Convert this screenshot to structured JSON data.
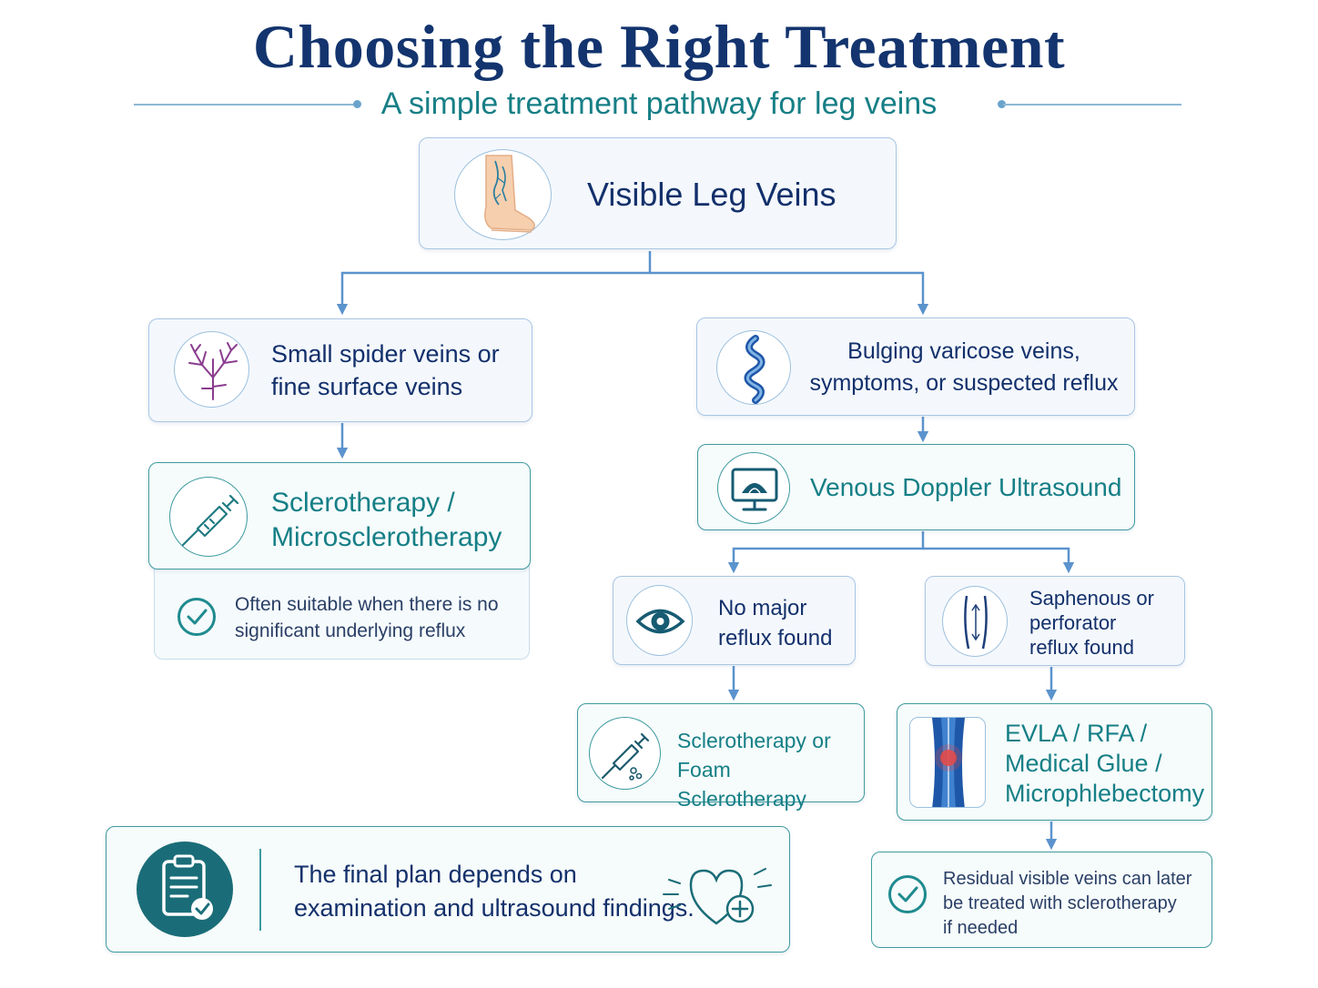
{
  "header": {
    "title": "Choosing the Right Treatment",
    "subtitle": "A simple treatment pathway for leg veins"
  },
  "nodes": {
    "root": "Visible Leg Veins",
    "spider": [
      "Small spider veins or",
      "fine surface veins"
    ],
    "sclero": [
      "Sclerotherapy /",
      "Microsclerotherapy"
    ],
    "sclero_note": [
      "Often suitable when there is no",
      "significant underlying reflux"
    ],
    "varicose": [
      "Bulging varicose veins,",
      "symptoms, or suspected reflux"
    ],
    "doppler": "Venous Doppler Ultrasound",
    "no_reflux": [
      "No major",
      "reflux found"
    ],
    "reflux": [
      "Saphenous or",
      "perforator",
      "reflux found"
    ],
    "foam": [
      "Sclerotherapy or",
      "Foam Sclerotherapy"
    ],
    "evla": [
      "EVLA / RFA /",
      "Medical Glue /",
      "Microphlebectomy"
    ],
    "residual": [
      "Residual visible veins can later",
      "be treated with sclerotherapy",
      "if needed"
    ],
    "final": [
      "The final plan depends on",
      "examination and ultrasound findings."
    ]
  },
  "colors": {
    "navy": "#13306b",
    "teal": "#157f86",
    "connector": "#5b93cd",
    "box_border": "#a9c6e3",
    "vein_purple": "#8a3c8e",
    "vein_blue": "#1f57a8",
    "reflux_red": "#e24a4a"
  },
  "icons": {
    "root": "leg-veins-icon",
    "spider": "spider-vein-icon",
    "varicose": "varicose-vein-icon",
    "sclero": "syringe-icon",
    "sclero_note": "check-circle-icon",
    "doppler": "ultrasound-monitor-icon",
    "no_reflux": "eye-icon",
    "reflux": "vein-reflux-icon",
    "foam": "foam-syringe-icon",
    "evla": "treated-vein-icon",
    "residual": "check-circle-icon",
    "final": "clipboard-check-icon",
    "final_decor": "heart-plus-icon"
  }
}
